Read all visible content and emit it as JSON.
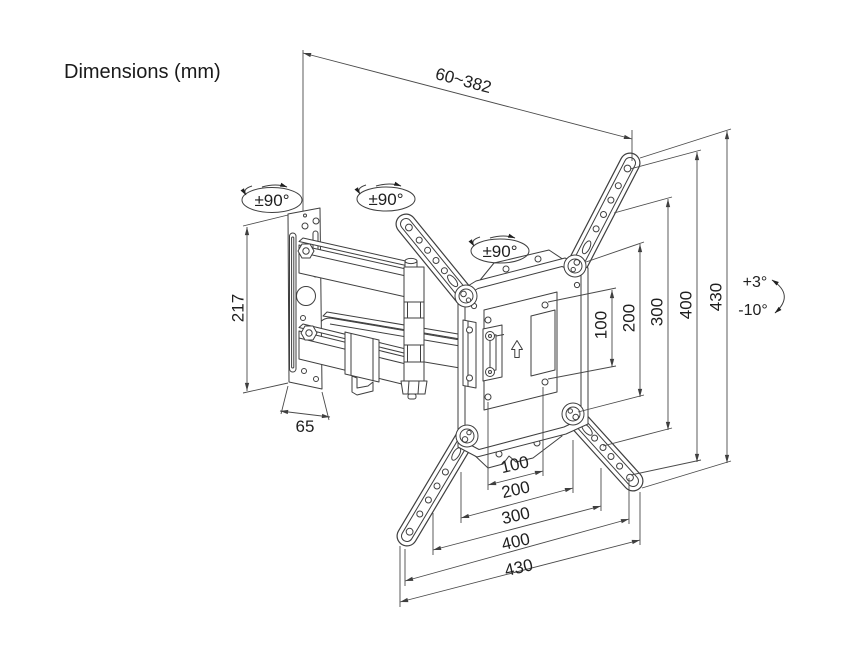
{
  "title": "Dimensions (mm)",
  "labels": {
    "extension_range": "60~382",
    "wall_plate_height": "217",
    "wall_plate_width": "65",
    "swivel_left": "±90°",
    "swivel_middle": "±90°",
    "swivel_right": "±90°",
    "tilt_up": "+3°",
    "tilt_down": "-10°"
  },
  "right_dims": {
    "d100": "100",
    "d200": "200",
    "d300": "300",
    "d400": "400",
    "d430": "430"
  },
  "bottom_dims": {
    "d100": "100",
    "d200": "200",
    "d300": "300",
    "d400": "400",
    "d430": "430"
  },
  "colors": {
    "line": "#3f3f3f",
    "text": "#1f1f1f",
    "background": "#ffffff"
  }
}
